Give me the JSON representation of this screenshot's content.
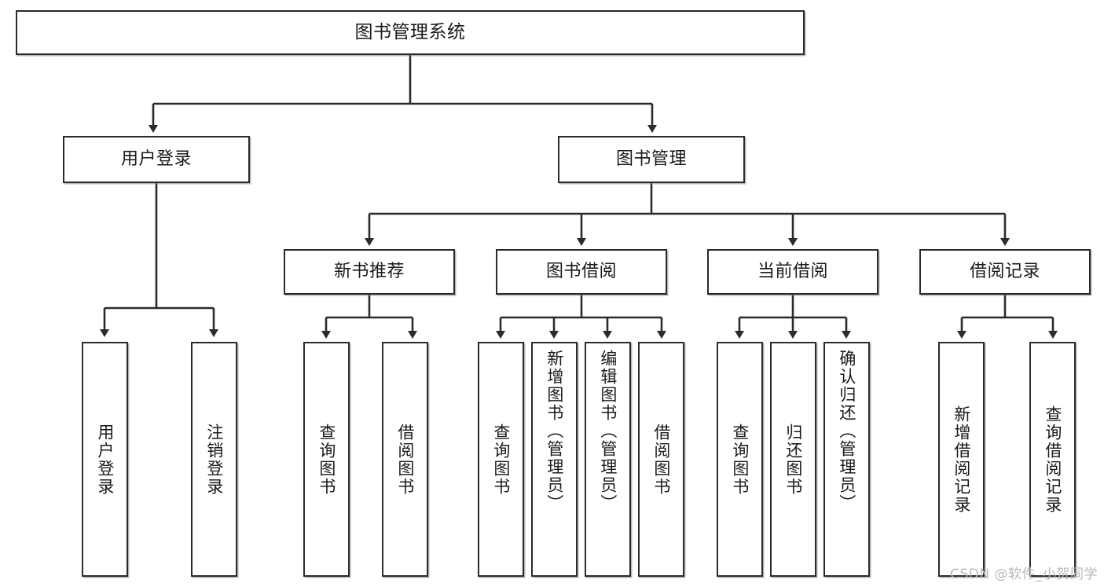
{
  "diagram": {
    "title": "图书管理系统",
    "type": "tree",
    "watermark": "CSDN @软件_小贺同学",
    "colors": {
      "box_border": "#2b2b2b",
      "box_fill": "#ffffff",
      "connector": "#2b2b2b",
      "text": "#1a1a1a",
      "watermark": "#b9b9b9"
    },
    "levels": {
      "root": {
        "label": "图书管理系统"
      },
      "level2": [
        {
          "label": "用户登录"
        },
        {
          "label": "图书管理"
        }
      ],
      "level3": [
        {
          "label": "新书推荐"
        },
        {
          "label": "图书借阅"
        },
        {
          "label": "当前借阅"
        },
        {
          "label": "借阅记录"
        }
      ],
      "leaves": {
        "user_login": [
          {
            "label": "用户登录"
          },
          {
            "label": "注销登录"
          }
        ],
        "new_book_recommend": [
          {
            "label": "查询图书"
          },
          {
            "label": "借阅图书"
          }
        ],
        "book_borrow": [
          {
            "label": "查询图书"
          },
          {
            "label": "新增图书（管理员）"
          },
          {
            "label": "编辑图书（管理员）"
          },
          {
            "label": "借阅图书"
          }
        ],
        "current_borrow": [
          {
            "label": "查询图书"
          },
          {
            "label": "归还图书"
          },
          {
            "label": "确认归还（管理员）"
          }
        ],
        "borrow_record": [
          {
            "label": "新增借阅记录"
          },
          {
            "label": "查询借阅记录"
          }
        ]
      }
    }
  }
}
